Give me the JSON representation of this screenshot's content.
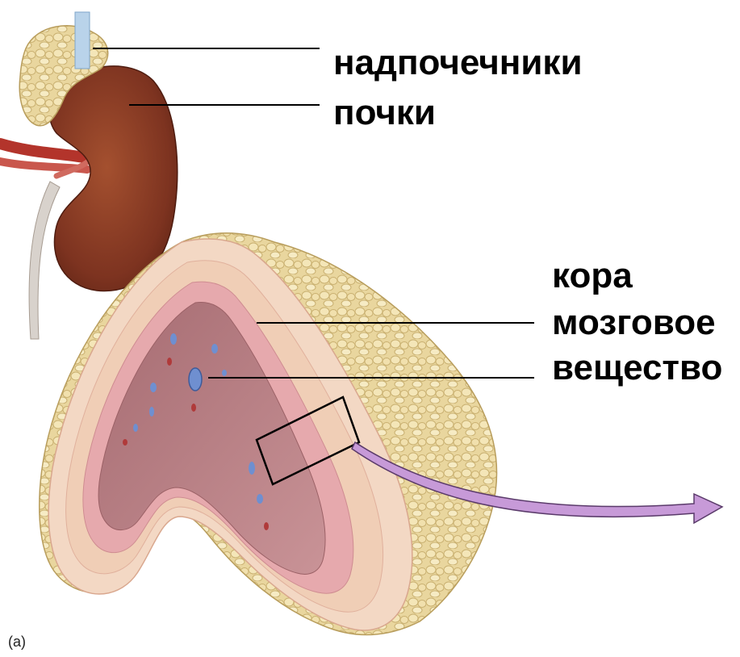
{
  "labels": {
    "adrenal_glands": "надпочечники",
    "kidneys": "почки",
    "cortex": "кора",
    "medulla_line1": "мозговое",
    "medulla_line2": "вещество"
  },
  "panel_letter": "(a)",
  "colors": {
    "kidney": "#8b3a22",
    "kidney_shadow": "#5e2313",
    "adrenal_fat": "#efe3b0",
    "capsule_fat": "#e8d49a",
    "cortex_outer": "#f3d8c4",
    "cortex_pink": "#e6a9ad",
    "medulla": "#b77b7f",
    "vessel_blue": "#6f8fd0",
    "vessel_red": "#b03a3a",
    "arrow_fill": "#c79ad8",
    "arrow_stroke": "#5a3a6a",
    "leader_line": "#000000"
  },
  "icons": [
    "detail-arrow",
    "zoom-box"
  ]
}
